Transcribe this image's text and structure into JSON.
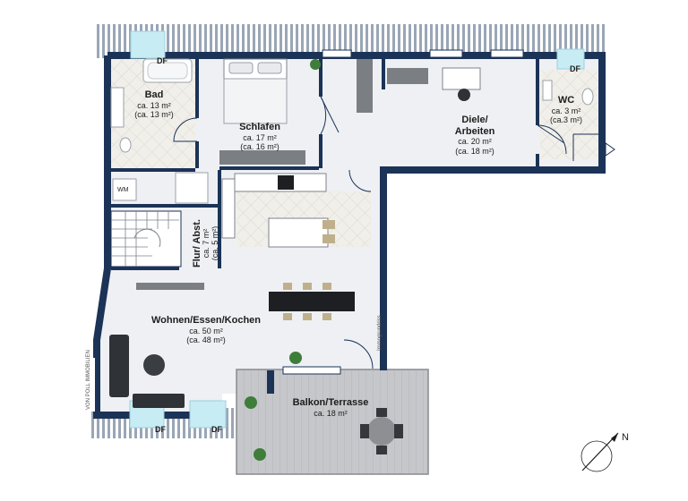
{
  "rooms": [
    {
      "name": "Bad",
      "area": "ca. 13 m²",
      "area2": "(ca. 13 m²)"
    },
    {
      "name": "Schlafen",
      "area": "ca. 17 m²",
      "area2": "(ca. 16 m²)"
    },
    {
      "name": "Diele/",
      "name2": "Arbeiten",
      "area": "ca. 20 m²",
      "area2": "(ca. 18 m²)"
    },
    {
      "name": "WC",
      "area": "ca. 3 m²",
      "area2": "(ca.3 m²)"
    },
    {
      "name": "Flur/ Abst.",
      "area": "ca. 7 m²",
      "area2": "(ca. 5 m²)"
    },
    {
      "name": "Wohnen/Essen/Kochen",
      "area": "ca. 50 m²",
      "area2": "(ca. 48 m²)"
    },
    {
      "name": "Balkon/Terrasse",
      "area": "ca. 18 m²"
    }
  ],
  "windows": [
    "DF",
    "DF",
    "DF",
    "DF"
  ],
  "appliance": "WM",
  "side_label": "Immogrundriss",
  "brand": "VON POLL IMMOBILIEN",
  "compass": "N",
  "colors": {
    "wall": "#1b3357",
    "floor": "#eef0f3",
    "tile": "#e9e6e0",
    "balcony": "#c4c5c8",
    "glass": "#c8ecf4"
  }
}
